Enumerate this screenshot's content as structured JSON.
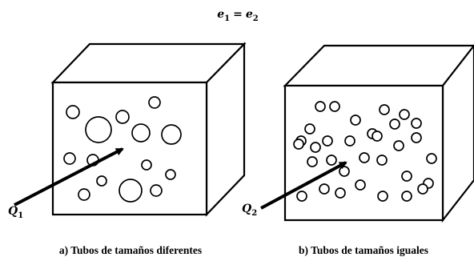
{
  "equation": {
    "lhs_var": "e",
    "lhs_sub": "1",
    "op": "=",
    "rhs_var": "e",
    "rhs_sub": "2"
  },
  "panels": [
    {
      "id": "a",
      "flow_label": {
        "var": "Q",
        "sub": "1"
      },
      "caption": "a) Tubos de tamaños diferentes",
      "pore_sizes": "different"
    },
    {
      "id": "b",
      "flow_label": {
        "var": "Q",
        "sub": "2"
      },
      "caption": "b) Tubos de tamaños iguales",
      "pore_sizes": "equal"
    }
  ],
  "colors": {
    "stroke": "#000000",
    "fill": "#ffffff"
  }
}
